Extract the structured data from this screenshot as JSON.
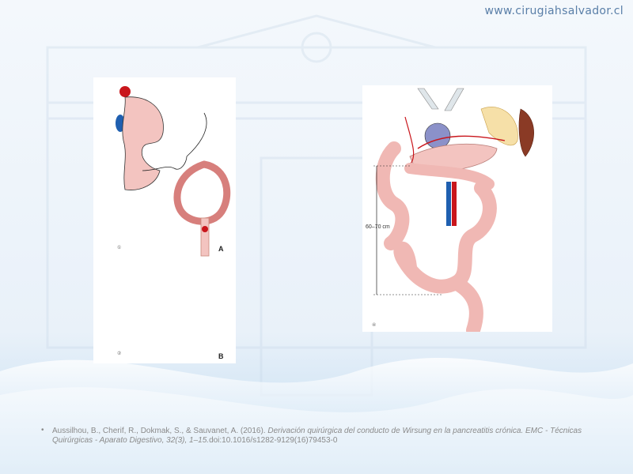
{
  "header": {
    "site_url": "www.cirugiahsalvador.cl"
  },
  "figure_left": {
    "label_a": "A",
    "label_b": "B",
    "panel_mark_1": "①",
    "panel_mark_2": "②"
  },
  "figure_right": {
    "measure_label": "60–70 cm",
    "panel_mark": "④"
  },
  "reference": {
    "bullet": "•",
    "authors": "Aussilhou, B., Cherif, R., Dokmak, S., & Sauvanet, A. (2016). ",
    "title": "Derivación quirúrgica del conducto de Wirsung en la pancreatitis crónica. EMC - Técnicas Quirúrgicas - Aparato Digestivo, 32(3), 1–15.",
    "doi": "doi:10.1016/s1282-9129(16)79453-0"
  },
  "colors": {
    "background": "#eef4fa",
    "accent_blue": "#5a7fa8",
    "tissue_pink": "#f3c4c0",
    "vessel_red": "#c9161c",
    "vessel_blue": "#1f5fb0"
  }
}
